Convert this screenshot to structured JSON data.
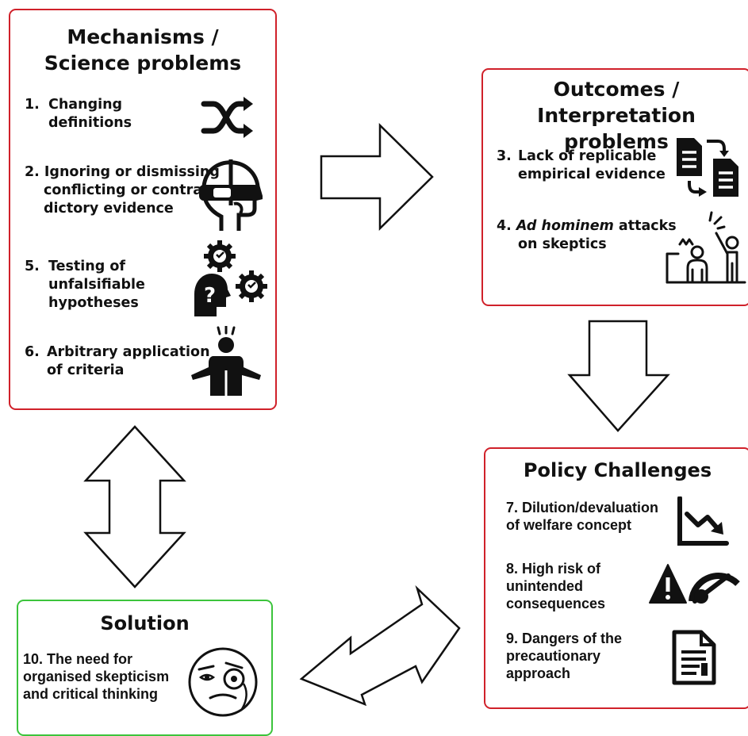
{
  "mechanisms": {
    "title_line1": "Mechanisms /",
    "title_line2": "Science problems",
    "items": [
      {
        "number": "1.",
        "line1": "Changing",
        "line2": "definitions",
        "icon": "shuffle-icon"
      },
      {
        "number": "2.",
        "line1": "Ignoring or dismissing",
        "line2": "conflicting or contra-",
        "line3": "dictory evidence",
        "icon": "vr-head-icon"
      },
      {
        "number": "5.",
        "line1": "Testing of",
        "line2": "unfalsifiable",
        "line3": "hypotheses",
        "icon": "gears-question-head-icon"
      },
      {
        "number": "6.",
        "line1": "Arbitrary application",
        "line2": "of criteria",
        "icon": "shrugging-person-icon"
      }
    ]
  },
  "outcomes": {
    "title_line1": "Outcomes /",
    "title_line2": "Interpretation problems",
    "items": [
      {
        "number": "3.",
        "line1": "Lack of replicable",
        "line2": "empirical evidence",
        "icon": "copy-documents-icon"
      },
      {
        "number": "4.",
        "italic": "Ad hominem",
        "rest": " attacks",
        "line2": "on  skeptics",
        "icon": "pointing-crowd-icon"
      }
    ]
  },
  "policy": {
    "title": "Policy Challenges",
    "items": [
      {
        "line1": "7. Dilution/devaluation",
        "line2": "of welfare concept",
        "icon": "declining-chart-icon"
      },
      {
        "line1": "8. High risk of",
        "line2": "unintended",
        "line3": "consequences",
        "icon": "warning-gauge-icon"
      },
      {
        "line1": "9. Dangers of the",
        "line2": "precautionary",
        "line3": "approach",
        "icon": "document-icon"
      }
    ]
  },
  "solution": {
    "title": "Solution",
    "line1": "10. The need for",
    "line2": "organised skepticism",
    "line3": "and critical thinking",
    "icon": "monocle-face-icon"
  },
  "colors": {
    "problem_border": "#d0212a",
    "solution_border": "#3cc43c"
  }
}
